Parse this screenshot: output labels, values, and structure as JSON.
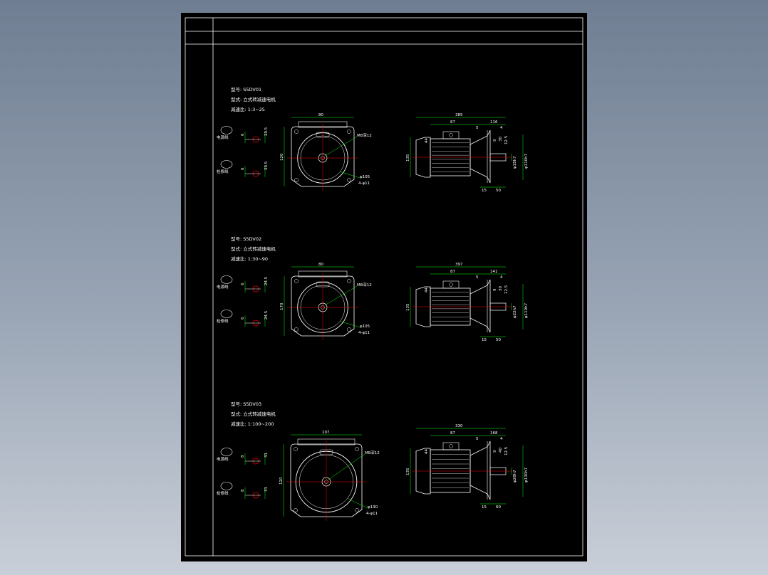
{
  "sheet": {
    "background": "#000000",
    "frame_color": "#ffffff",
    "dim_color": "#00ff00",
    "body_color": "#ffffff",
    "center_color": "#ff0000"
  },
  "blocks": [
    {
      "model_line": "型号: S5DV01",
      "type_line": "型式: 立式转减速电机",
      "ratio_line": "减速比: 1:3~25",
      "dims": {
        "width": "80",
        "height": "120",
        "mount_hole": "M8深12",
        "pcd": "φ105",
        "holes": "4-φ11",
        "overall": "385",
        "motor": "87",
        "gear": "116",
        "d5": "5",
        "d4": "4",
        "d1": "44",
        "d2": "9",
        "d3": "30",
        "d6": "12.5",
        "d7": "135",
        "d8": "15",
        "d9": "50",
        "shaft_a": "φ18h7",
        "shaft_b": "φ110h7",
        "key_top_a": "6",
        "key_top_b": "20.5",
        "key_bot_a": "6",
        "key_bot_b": "20.5"
      },
      "wire_top": "电源线",
      "wire_bottom": "检修线"
    },
    {
      "model_line": "型号: S5DV02",
      "type_line": "型式: 立式转减速电机",
      "ratio_line": "减速比: 1:30~90",
      "dims": {
        "width": "80",
        "height": "170",
        "mount_hole": "M8深12",
        "pcd": "φ105",
        "holes": "4-φ11",
        "overall": "397",
        "motor": "87",
        "gear": "141",
        "d5": "5",
        "d4": "4",
        "d1": "44",
        "d2": "9",
        "d3": "30",
        "d6": "12.5",
        "d7": "135",
        "d8": "15",
        "d9": "50",
        "shaft_a": "φ22h7",
        "shaft_b": "φ110h7",
        "key_top_a": "6",
        "key_top_b": "24.5",
        "key_bot_a": "6",
        "key_bot_b": "24.5"
      },
      "wire_top": "电源线",
      "wire_bottom": "检修线"
    },
    {
      "model_line": "型号: S5DV03",
      "type_line": "型式: 立式转减速电机",
      "ratio_line": "减速比: 1:100~200",
      "dims": {
        "width": "107",
        "height": "120",
        "mount_hole": "M8深12",
        "pcd": "φ130",
        "holes": "4-φ11",
        "overall": "330",
        "motor": "87",
        "gear": "168",
        "d5": "5",
        "d4": "4",
        "d1": "44",
        "d2": "9",
        "d3": "40",
        "d6": "12.5",
        "d7": "135",
        "d8": "15",
        "d9": "60",
        "shaft_a": "φ28h7",
        "shaft_b": "φ130h7",
        "key_top_a": "8",
        "key_top_b": "31",
        "key_bot_a": "8",
        "key_bot_b": "31"
      },
      "wire_top": "电源线",
      "wire_bottom": "检修线"
    }
  ]
}
